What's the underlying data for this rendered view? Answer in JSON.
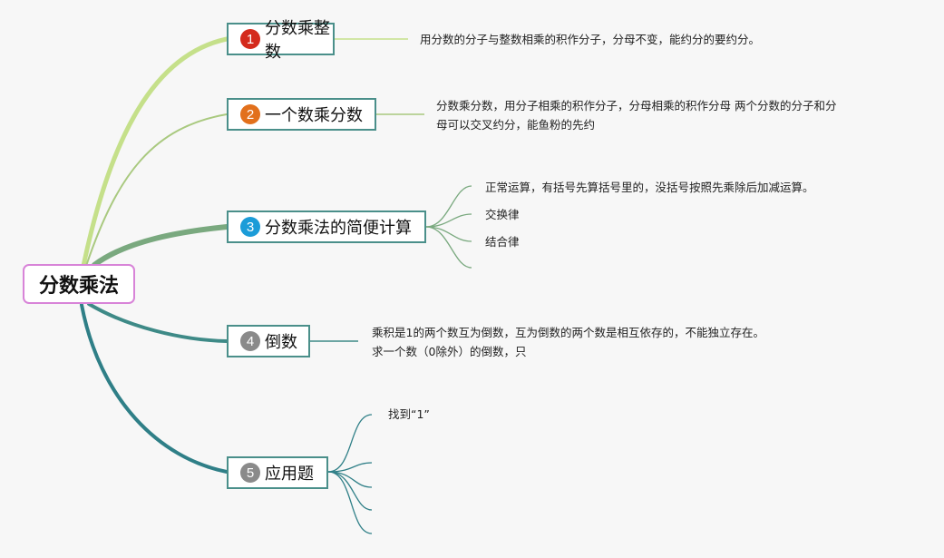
{
  "root": {
    "label": "分数乘法"
  },
  "topics": [
    {
      "num": "1",
      "label": "分数乘整数",
      "badge_color": "#d42a1c"
    },
    {
      "num": "2",
      "label": "一个数乘分数",
      "badge_color": "#e2701c"
    },
    {
      "num": "3",
      "label": "分数乘法的简便计算",
      "badge_color": "#1b9cd8"
    },
    {
      "num": "4",
      "label": "倒数",
      "badge_color": "#8a8a8a"
    },
    {
      "num": "5",
      "label": "应用题",
      "badge_color": "#8a8a8a"
    }
  ],
  "notes": {
    "t1": "用分数的分子与整数相乘的积作分子，分母不变，能约分的要约分。",
    "t2_line1": "分数乘分数，用分子相乘的积作分子，分母相乘的积作分母 两个分数的分子和分",
    "t2_line2": "母可以交叉约分，能鱼粉的先约",
    "t3_a": "正常运算，有括号先算括号里的，没括号按照先乘除后加减运算。",
    "t3_b": "交换律",
    "t3_c": "结合律",
    "t4_line1": "乘积是1的两个数互为倒数，互为倒数的两个数是相互依存的，不能独立存在。",
    "t4_line2": "求一个数（0除外）的倒数，只",
    "t5_a": "找到“1”"
  },
  "colors": {
    "branch1": "#c5e08a",
    "branch2": "#a9c97f",
    "branch3": "#7aa97f",
    "branch4": "#3e8a87",
    "branch5": "#2f7f87",
    "topic_border": "#4a8f8a",
    "root_border": "#d884d8"
  }
}
